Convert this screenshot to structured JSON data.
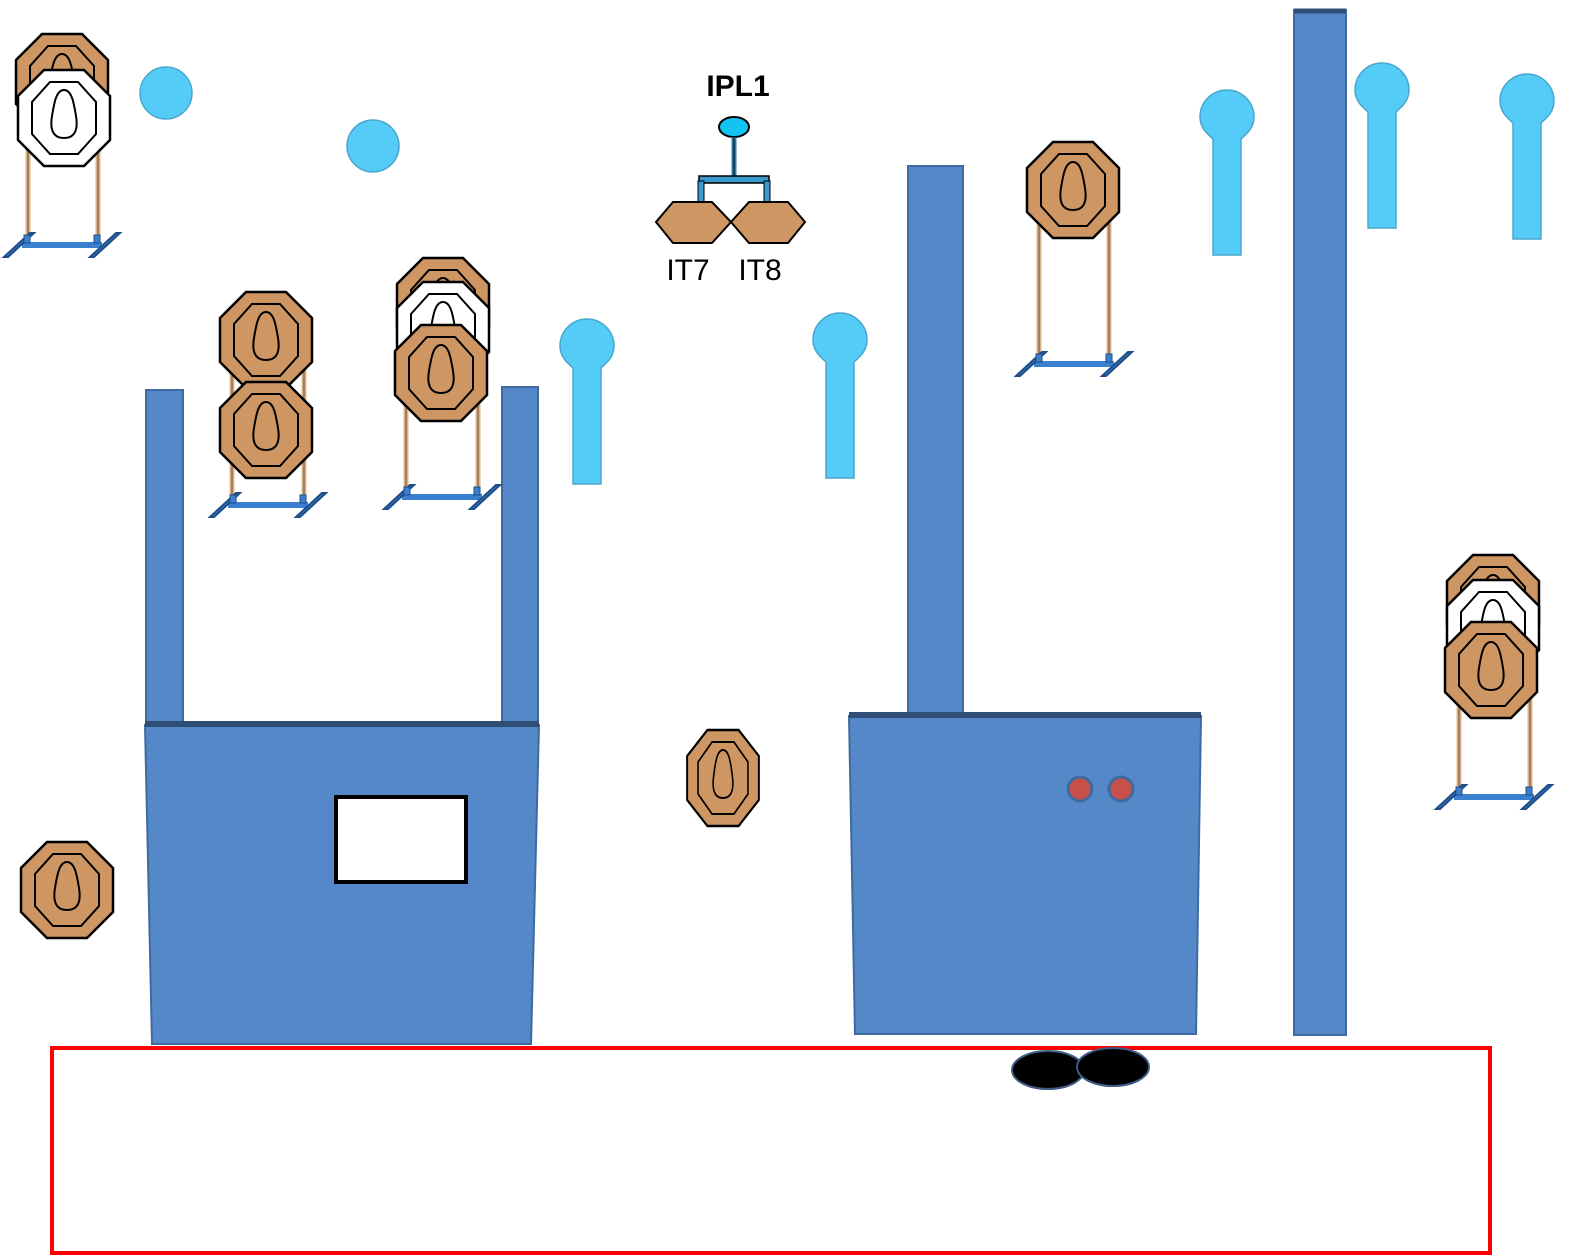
{
  "labels": {
    "popper_label": "IPL1",
    "target_left_label": "IT7",
    "target_right_label": "IT8"
  },
  "colors": {
    "barrier": "#5588c8",
    "barrier_edge": "#2f4e76",
    "cardboard_target": "#cd9662",
    "no_shoot": "#ffffff",
    "popper": "#55ccf8",
    "stand": "#3a7fd0",
    "stand_leg": "#d9b48a",
    "fault_line": "#ff0000",
    "footprint": "#000000",
    "port_dot": "#c8504a"
  },
  "icons": [
    "cardboard-target-icon",
    "no-shoot-target-icon",
    "steel-popper-icon",
    "round-steel-plate-icon",
    "target-stand-icon",
    "swinger-target-icon",
    "shooter-footprint-icon"
  ]
}
